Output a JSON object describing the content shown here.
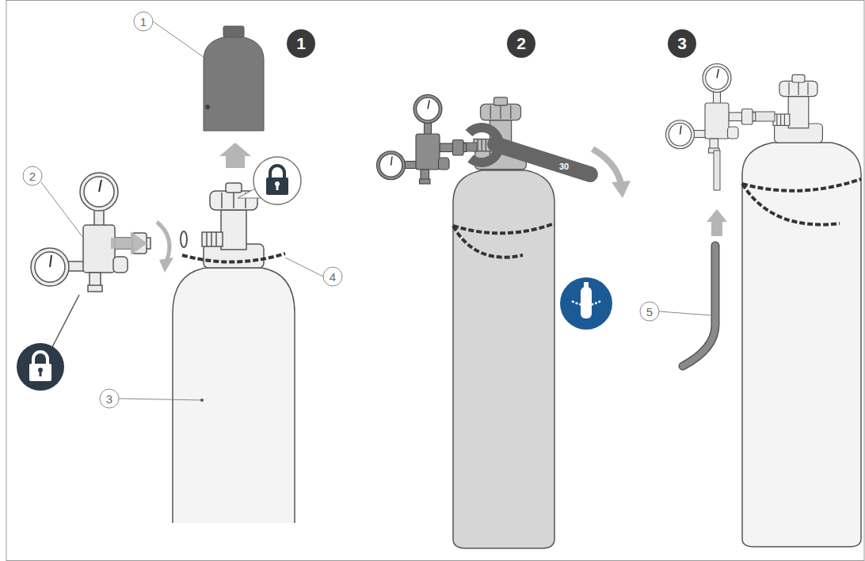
{
  "diagram": {
    "labels": [
      "1",
      "1",
      "2",
      "3",
      "2",
      "30",
      "4",
      "5",
      "3"
    ]
  }
}
